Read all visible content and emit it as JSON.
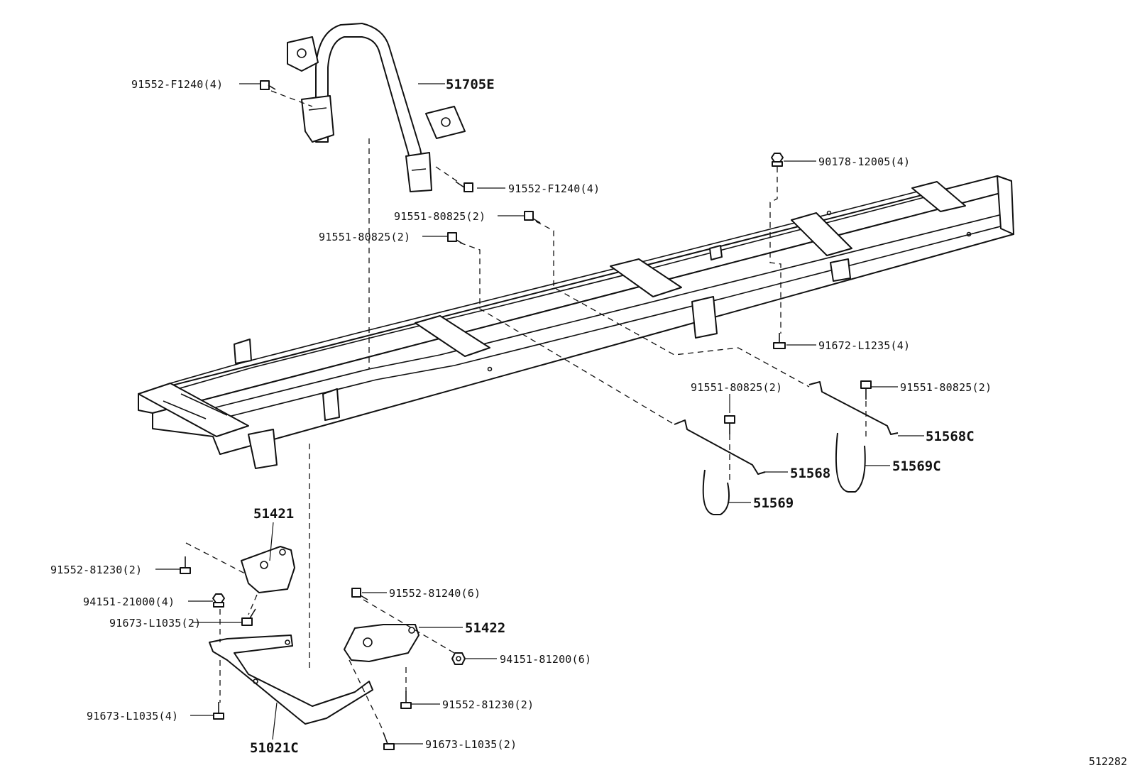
{
  "diagram_id": "512282",
  "parts": {
    "p51705E": "51705E",
    "p91552_F1240_left": "91552-F1240(4)",
    "p91552_F1240_right": "91552-F1240(4)",
    "p90178_12005": "90178-12005(4)",
    "p91551_80825_a": "91551-80825(2)",
    "p91551_80825_b": "91551-80825(2)",
    "p91672_L1235": "91672-L1235(4)",
    "p91551_80825_c": "91551-80825(2)",
    "p91551_80825_d": "91551-80825(2)",
    "p51568C": "51568C",
    "p51568": "51568",
    "p51569C": "51569C",
    "p51569": "51569",
    "p51421": "51421",
    "p91552_81230_left": "91552-81230(2)",
    "p94151_21000": "94151-21000(4)",
    "p91673_L1035_a": "91673-L1035(2)",
    "p91552_81240": "91552-81240(6)",
    "p51422": "51422",
    "p94151_81200": "94151-81200(6)",
    "p91552_81230_right": "91552-81230(2)",
    "p91673_L1035_b": "91673-L1035(4)",
    "p91673_L1035_c": "91673-L1035(2)",
    "p51021C": "51021C"
  }
}
